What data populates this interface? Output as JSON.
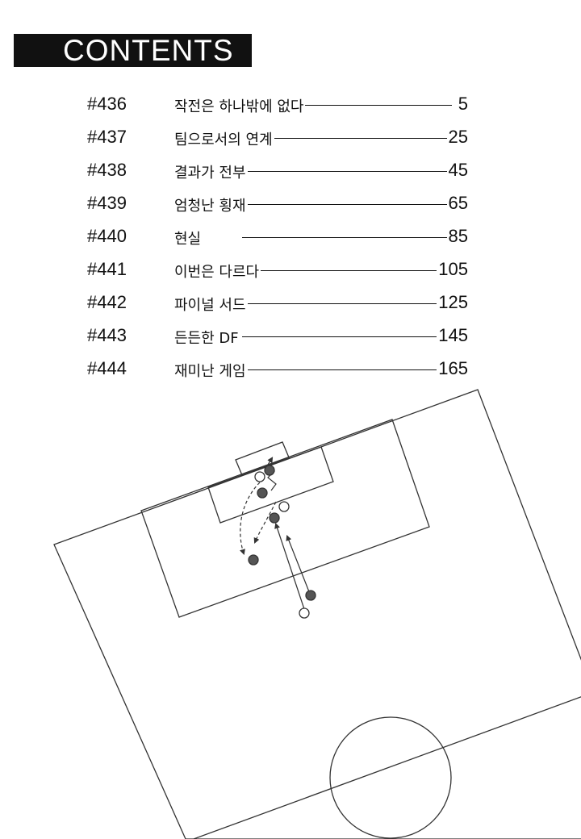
{
  "header": {
    "title": "CONTENTS"
  },
  "toc": [
    {
      "number": "#436",
      "title": "작전은 하나밖에 없다",
      "page": "5"
    },
    {
      "number": "#437",
      "title": "팀으로서의 연계",
      "page": "25"
    },
    {
      "number": "#438",
      "title": "결과가 전부",
      "page": "45"
    },
    {
      "number": "#439",
      "title": "엄청난 횡재",
      "page": "65"
    },
    {
      "number": "#440",
      "title": "현실",
      "page": "85"
    },
    {
      "number": "#441",
      "title": "이번은 다르다",
      "page": "105"
    },
    {
      "number": "#442",
      "title": "파이널 서드",
      "page": "125"
    },
    {
      "number": "#443",
      "title": "든든한 DF",
      "page": "145"
    },
    {
      "number": "#444",
      "title": "재미난 게임",
      "page": "165"
    }
  ],
  "colors": {
    "ink": "#111111",
    "paper": "#ffffff"
  }
}
